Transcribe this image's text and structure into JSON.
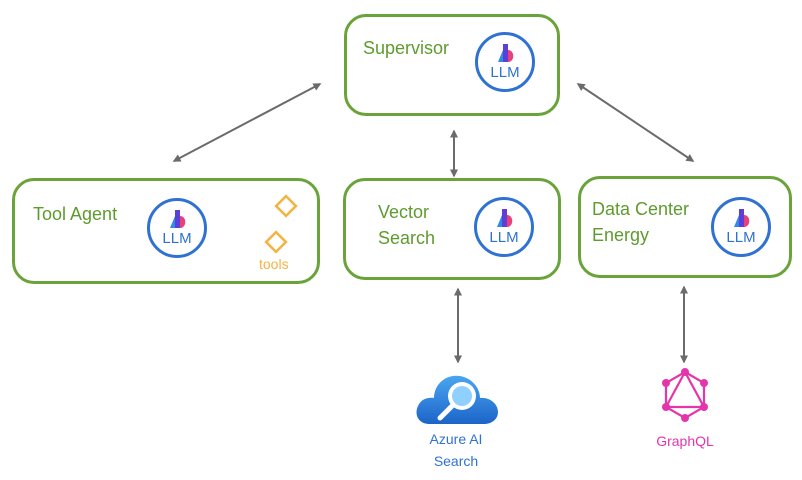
{
  "nodes": {
    "supervisor": {
      "title": "Supervisor"
    },
    "tool_agent": {
      "title": "Tool Agent",
      "tools_label": "tools"
    },
    "vector_search": {
      "title": "Vector\nSearch"
    },
    "data_center": {
      "title": "Data Center\nEnergy"
    }
  },
  "llm_label": "LLM",
  "external": {
    "azure": {
      "label": "Azure AI\nSearch"
    },
    "graphql": {
      "label": "GraphQL"
    }
  },
  "colors": {
    "node_border": "#6aa339",
    "node_text": "#5e9b2e",
    "llm_blue": "#2f72d1",
    "tools_orange": "#f5b240",
    "graphql_pink": "#e535ab",
    "arrow": "#6b6b6b"
  }
}
